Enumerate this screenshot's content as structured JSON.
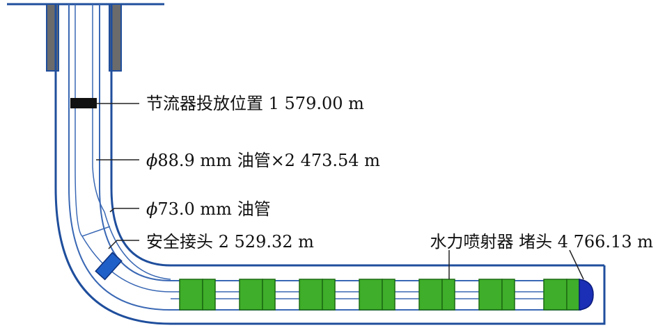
{
  "labels": {
    "choke": "节流器投放位置 1 579.00 m",
    "tubing_889_symbol": "ϕ",
    "tubing_889_text": "88.9 mm 油管×2 473.54 m",
    "tubing_730_symbol": "ϕ",
    "tubing_730_text": "73.0 mm 油管",
    "safety_joint": "安全接头 2 529.32 m",
    "jet_plug": "水力喷射器 堵头 4 766.13 m"
  },
  "components": {
    "jet_count": 7
  },
  "colors": {
    "casing": "#1f4e9c",
    "tubing": "#3a68b4",
    "wellhead_flange": "#6b6b6b",
    "choke_plug": "#111111",
    "safety_joint": "#1f5fc8",
    "jet": "#3fae2a",
    "plug_cap": "#1a2fb5",
    "leader_line": "#222222"
  }
}
